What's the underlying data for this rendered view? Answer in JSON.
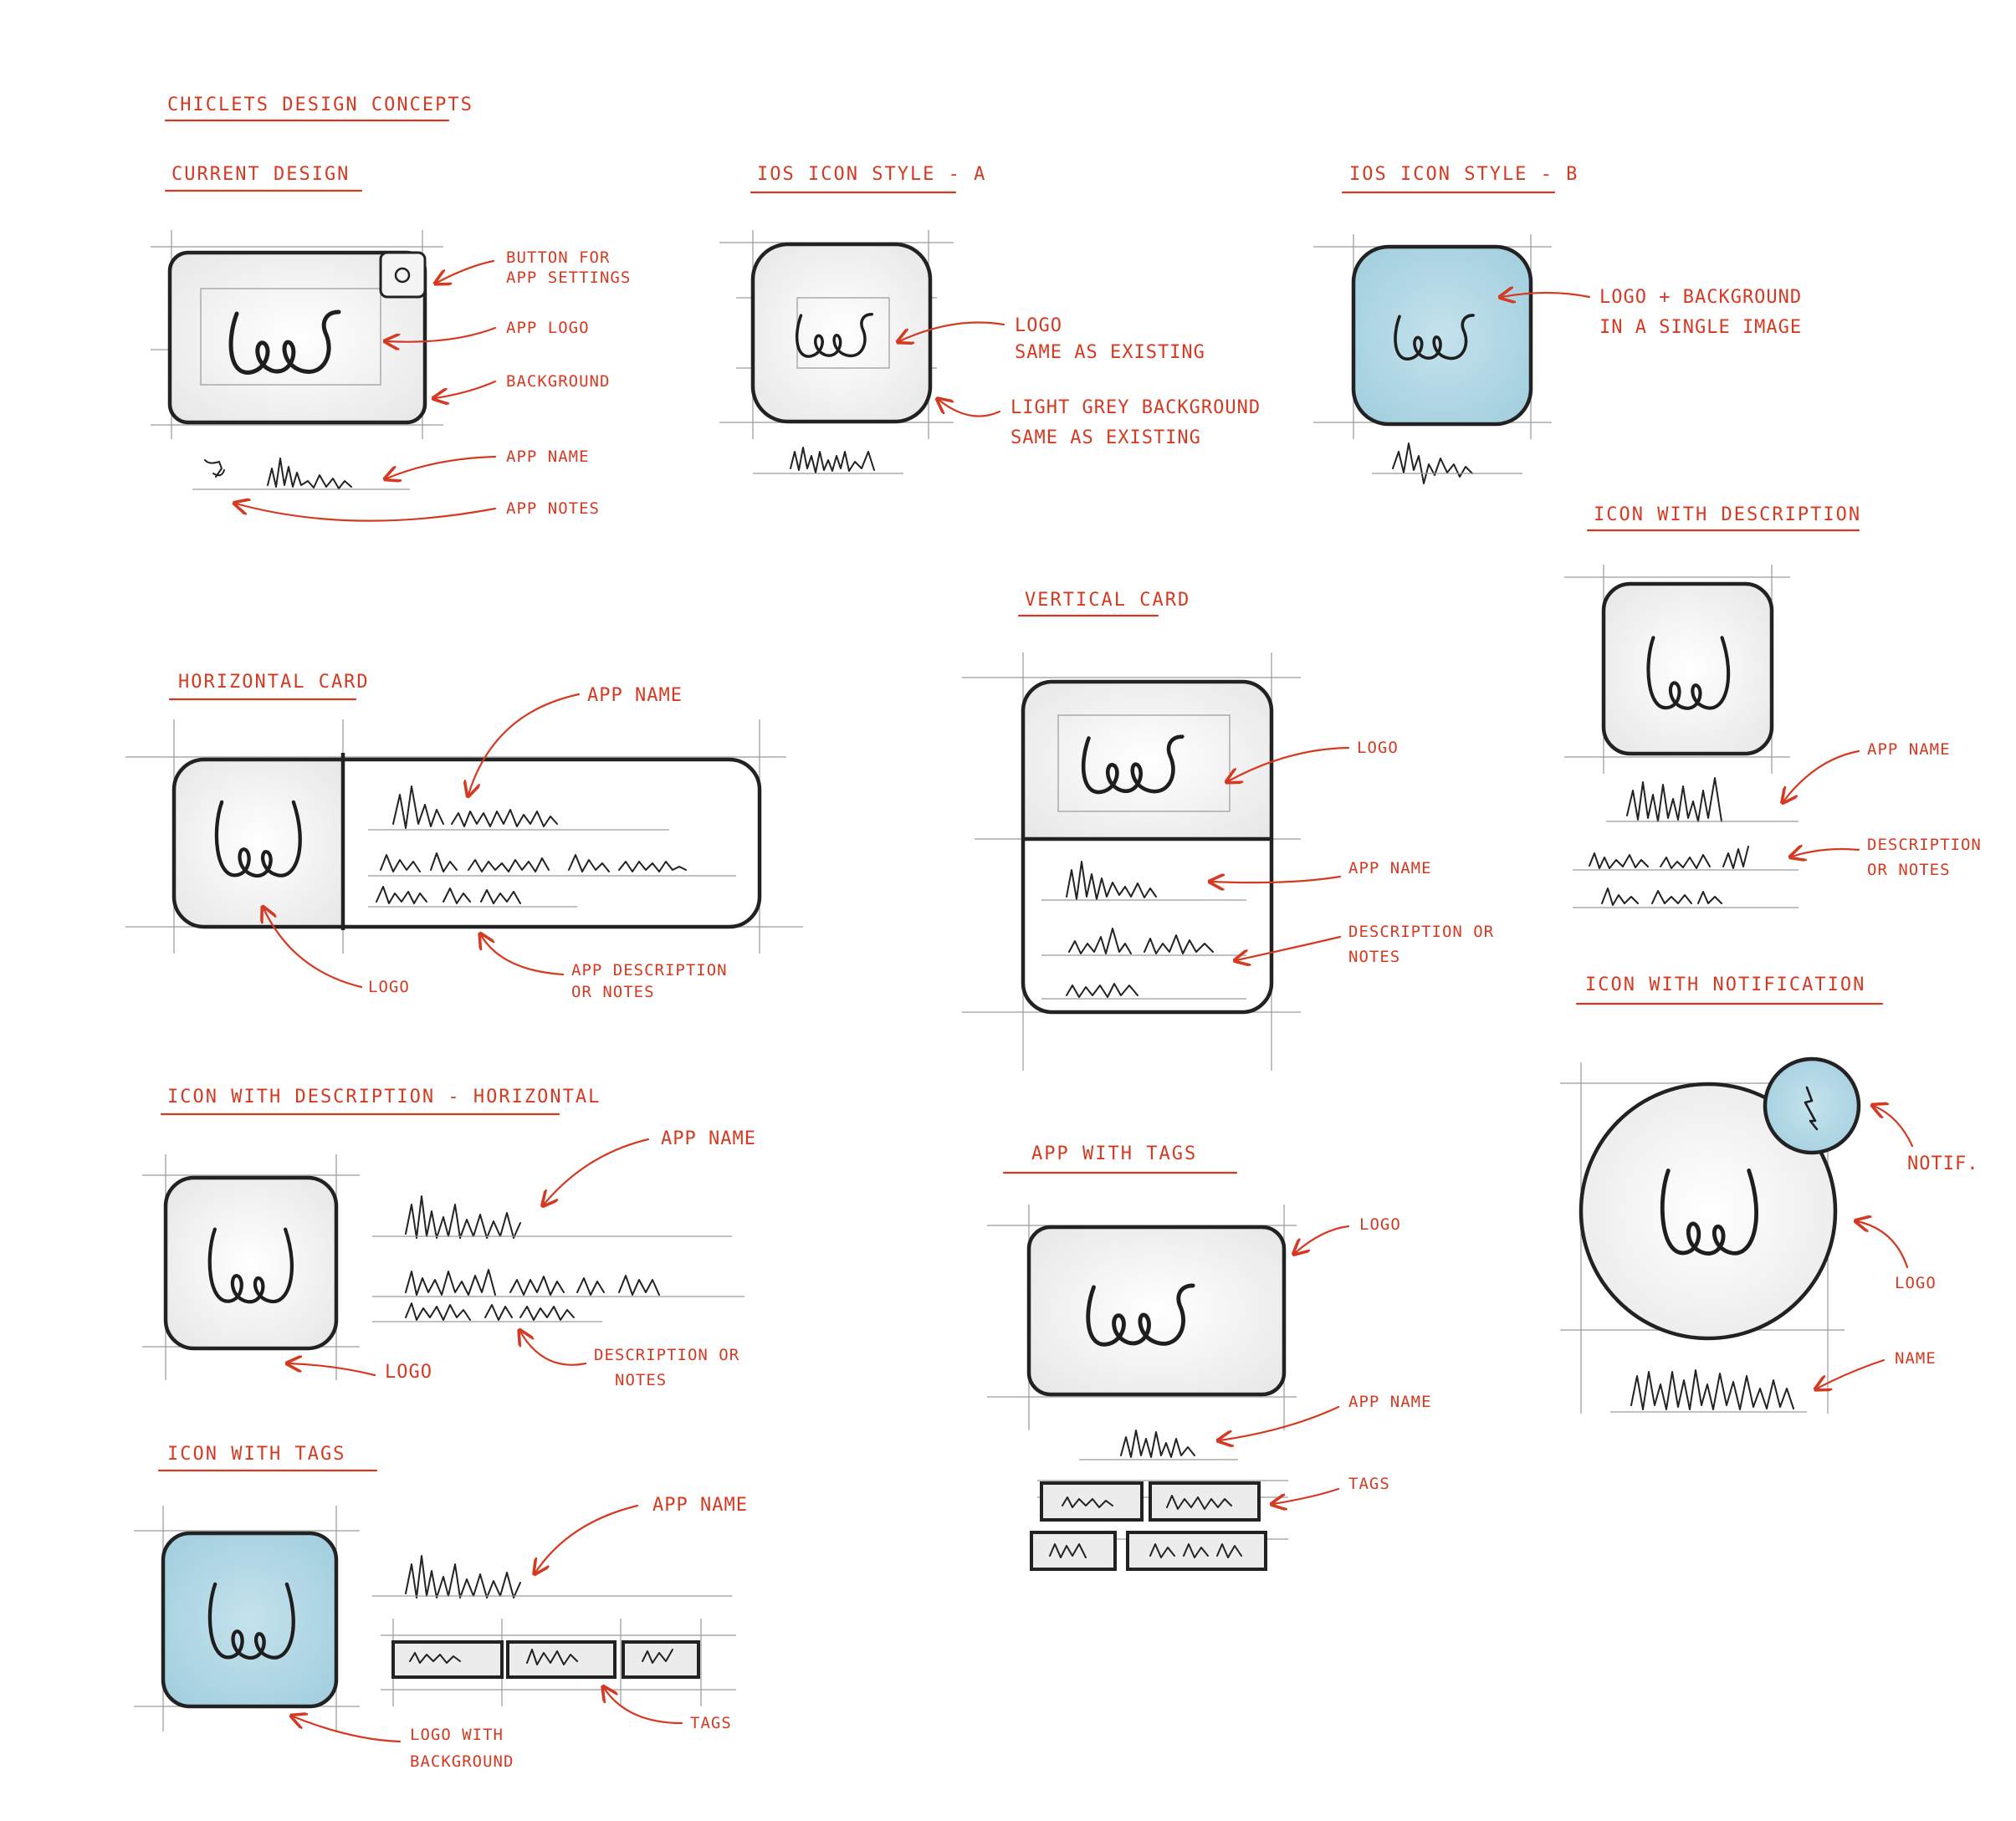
{
  "title": "Chiclets design concepts",
  "colors": {
    "accent": "#d43a22",
    "ink": "#1e1e1e",
    "card_grey": "#ececec",
    "card_blue": "#a9d3e0"
  },
  "sections": {
    "current": {
      "heading": "Current design",
      "button_note_1": "Button for",
      "button_note_2": "app settings",
      "logo": "App logo",
      "background": "Background",
      "app_name": "App name",
      "app_notes": "App notes"
    },
    "ios_a": {
      "heading": "iOS icon style - A",
      "logo_1": "Logo",
      "logo_2": "same as existing",
      "bg_1": "Light grey background",
      "bg_2": "same as existing"
    },
    "ios_b": {
      "heading": "iOS icon style - B",
      "note_1": "Logo + background",
      "note_2": "in a single image"
    },
    "icon_desc": {
      "heading": "Icon with description",
      "app_name": "App name",
      "desc_1": "Description",
      "desc_2": "or notes"
    },
    "vertical": {
      "heading": "Vertical card",
      "logo": "Logo",
      "app_name": "App name",
      "desc_1": "Description or",
      "desc_2": "notes"
    },
    "horizontal": {
      "heading": "Horizontal card",
      "app_name": "App name",
      "logo": "Logo",
      "desc_1": "App description",
      "desc_2": "or notes"
    },
    "icon_notif": {
      "heading": "Icon with notification",
      "notif": "Notif.",
      "logo": "Logo",
      "name": "Name"
    },
    "icon_desc_h": {
      "heading": "Icon with description - horizontal",
      "app_name": "App name",
      "logo": "Logo",
      "desc_1": "Description or",
      "desc_2": "notes"
    },
    "app_tags": {
      "heading": "App with tags",
      "logo": "Logo",
      "app_name": "App name",
      "tags": "Tags"
    },
    "icon_tags": {
      "heading": "Icon with tags",
      "app_name": "App name",
      "tags": "Tags",
      "logo_1": "Logo with",
      "logo_2": "background"
    }
  }
}
